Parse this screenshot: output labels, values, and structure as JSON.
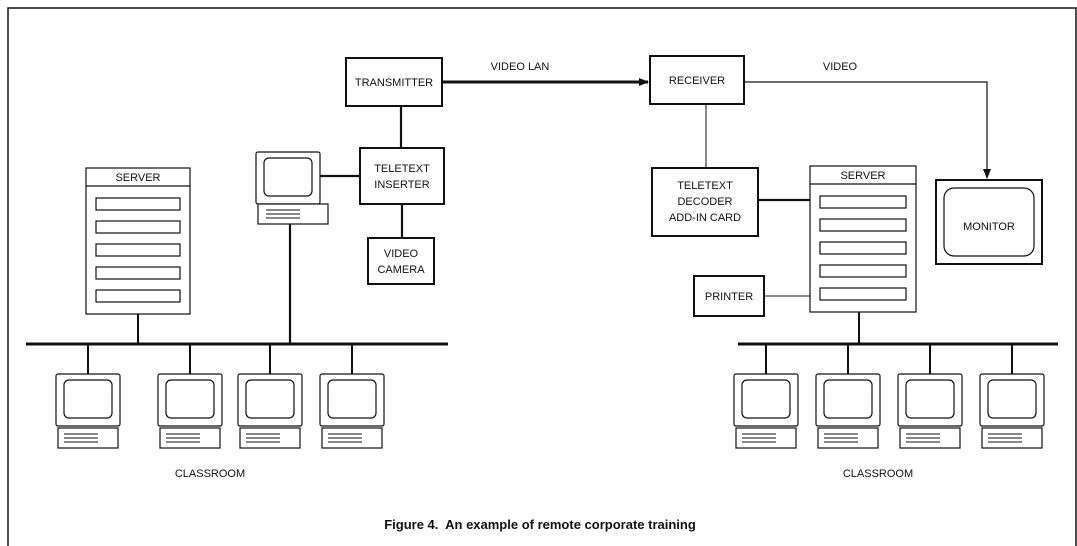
{
  "labels": {
    "transmitter": "TRANSMITTER",
    "video_lan": "VIDEO LAN",
    "receiver": "RECEIVER",
    "video": "VIDEO",
    "teletext_inserter": [
      "TELETEXT",
      "INSERTER"
    ],
    "video_camera": [
      "VIDEO",
      "CAMERA"
    ],
    "server_left": "SERVER",
    "server_right": "SERVER",
    "teletext_decoder": [
      "TELETEXT",
      "DECODER",
      "ADD-IN CARD"
    ],
    "monitor": "MONITOR",
    "printer": "PRINTER",
    "classroom_left": "CLASSROOM",
    "classroom_right": "CLASSROOM"
  },
  "caption": "Figure 4.  An example of remote corporate training"
}
